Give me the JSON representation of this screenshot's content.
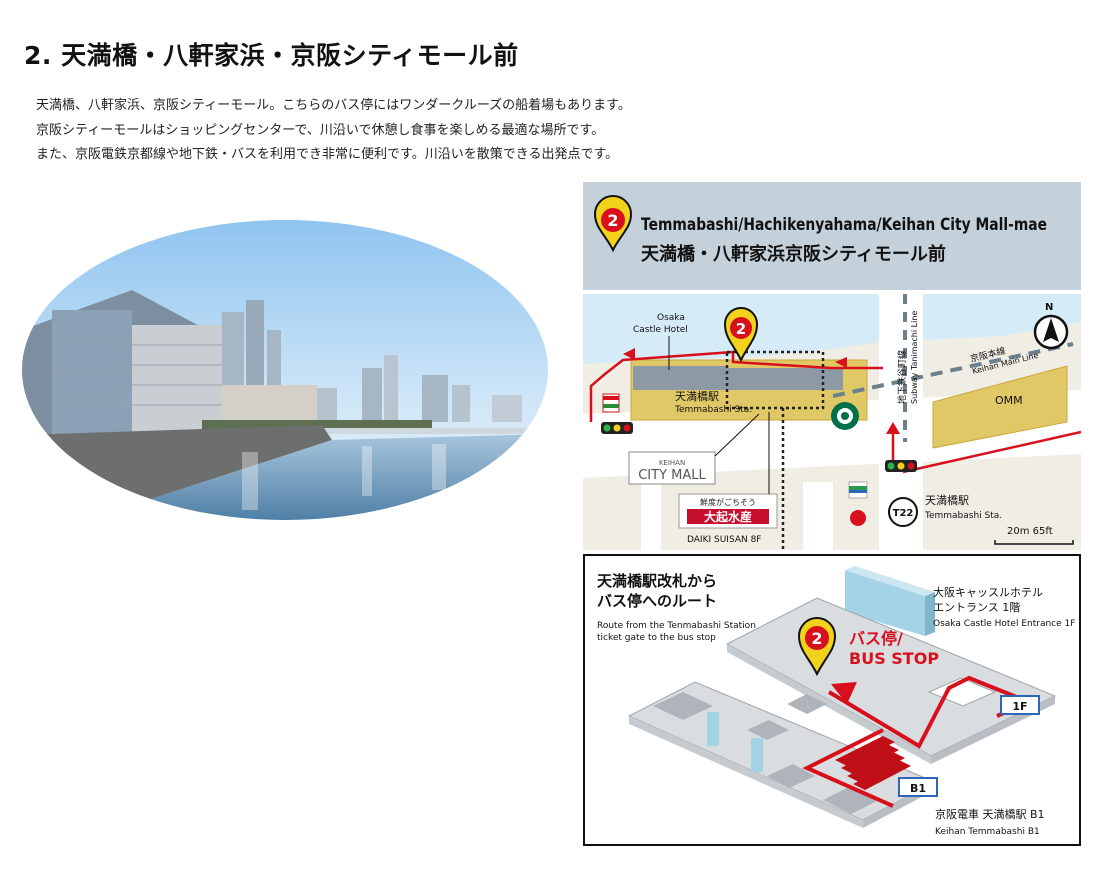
{
  "heading": "2. 天満橋・八軒家浜・京阪シティモール前",
  "intro": [
    "天満橋、八軒家浜、京阪シティーモール。こちらのバス停にはワンダークルーズの船着場もあります。",
    "京阪シティーモールはショッピングセンターで、川沿いで休憩し食事を楽しめる最適な場所です。",
    "また、京阪電鉄京都線や地下鉄・バスを利用でき非常に便利です。川沿いを散策できる出発点です。"
  ],
  "map_top": {
    "stop_number": "2",
    "title_en": "Temmabashi/Hachikenyahama/Keihan City Mall-mae",
    "title_ja": "天満橋・八軒家浜京阪シティモール前",
    "north": "N",
    "hotel_line1": "Osaka",
    "hotel_line2": "Castle Hotel",
    "station_ja": "天満橋駅",
    "station_en": "Temmabashi Sta.",
    "subway_ja": "地下鉄谷町線",
    "subway_en": "Subway Tanimachi Line",
    "keihan_ja": "京阪本線",
    "keihan_en": "Keihan Main Line",
    "omm": "OMM",
    "mall_small": "KEIHAN",
    "mall": "CITY MALL",
    "daiki_top": "鮮度がごちそう",
    "daiki": "大起水産",
    "daiki_en": "DAIKI SUISAN 8F",
    "t22": "T22",
    "t22_station_ja": "天満橋駅",
    "t22_station_en": "Temmabashi Sta.",
    "scale": "20m  65ft",
    "colors": {
      "route": "#d7101c",
      "stop": "#f2d21a",
      "sky": "#c5d1da",
      "water": "#d5ecf8"
    }
  },
  "map_bottom": {
    "title_line1": "天満橋駅改札から",
    "title_line2": "バス停へのルート",
    "sub_line1": "Route from the Tenmabashi Station",
    "sub_line2": "ticket gate to the bus stop",
    "hotel_ja_1": "大阪キャッスルホテル",
    "hotel_ja_2": "エントランス 1階",
    "hotel_en": "Osaka Castle Hotel Entrance 1F",
    "stop_number": "2",
    "stop_ja": "バス停/",
    "stop_en": "BUS STOP",
    "floor_1f": "1F",
    "floor_b1": "B1",
    "station_ja": "京阪電車 天満橋駅 B1",
    "station_en": "Keihan Temmabashi B1"
  }
}
